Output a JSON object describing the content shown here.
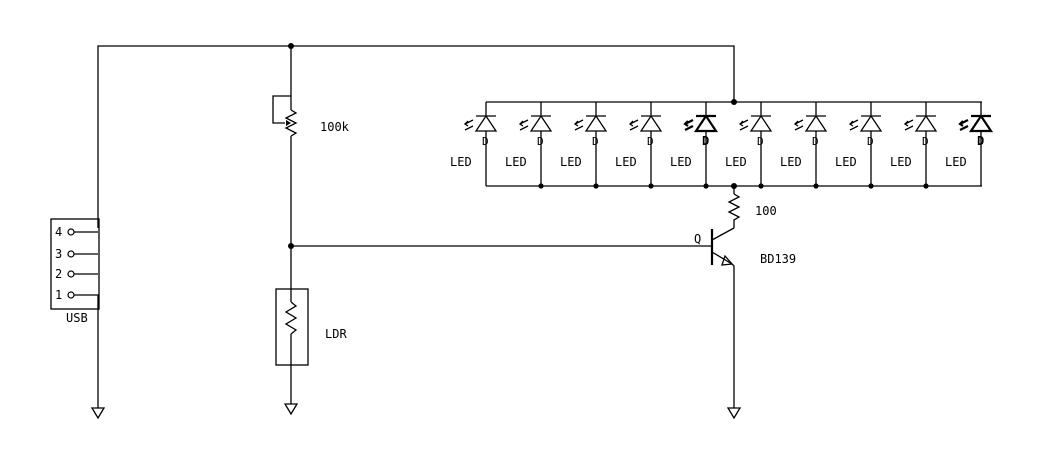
{
  "usb": {
    "label": "USB",
    "pins": [
      "4",
      "3",
      "2",
      "1"
    ]
  },
  "pot": {
    "label": "100k"
  },
  "ldr": {
    "label": "LDR"
  },
  "resistor": {
    "label": "100"
  },
  "transistor": {
    "ref": "Q",
    "model": "BD139"
  },
  "leds": [
    {
      "ref": "D",
      "label": "LED",
      "highlighted": false
    },
    {
      "ref": "D",
      "label": "LED",
      "highlighted": false
    },
    {
      "ref": "D",
      "label": "LED",
      "highlighted": false
    },
    {
      "ref": "D",
      "label": "LED",
      "highlighted": false
    },
    {
      "ref": "D",
      "label": "LED",
      "highlighted": true
    },
    {
      "ref": "D",
      "label": "LED",
      "highlighted": false
    },
    {
      "ref": "D",
      "label": "LED",
      "highlighted": false
    },
    {
      "ref": "D",
      "label": "LED",
      "highlighted": false
    },
    {
      "ref": "D",
      "label": "LED",
      "highlighted": false
    },
    {
      "ref": "D",
      "label": "LED",
      "highlighted": true
    }
  ]
}
